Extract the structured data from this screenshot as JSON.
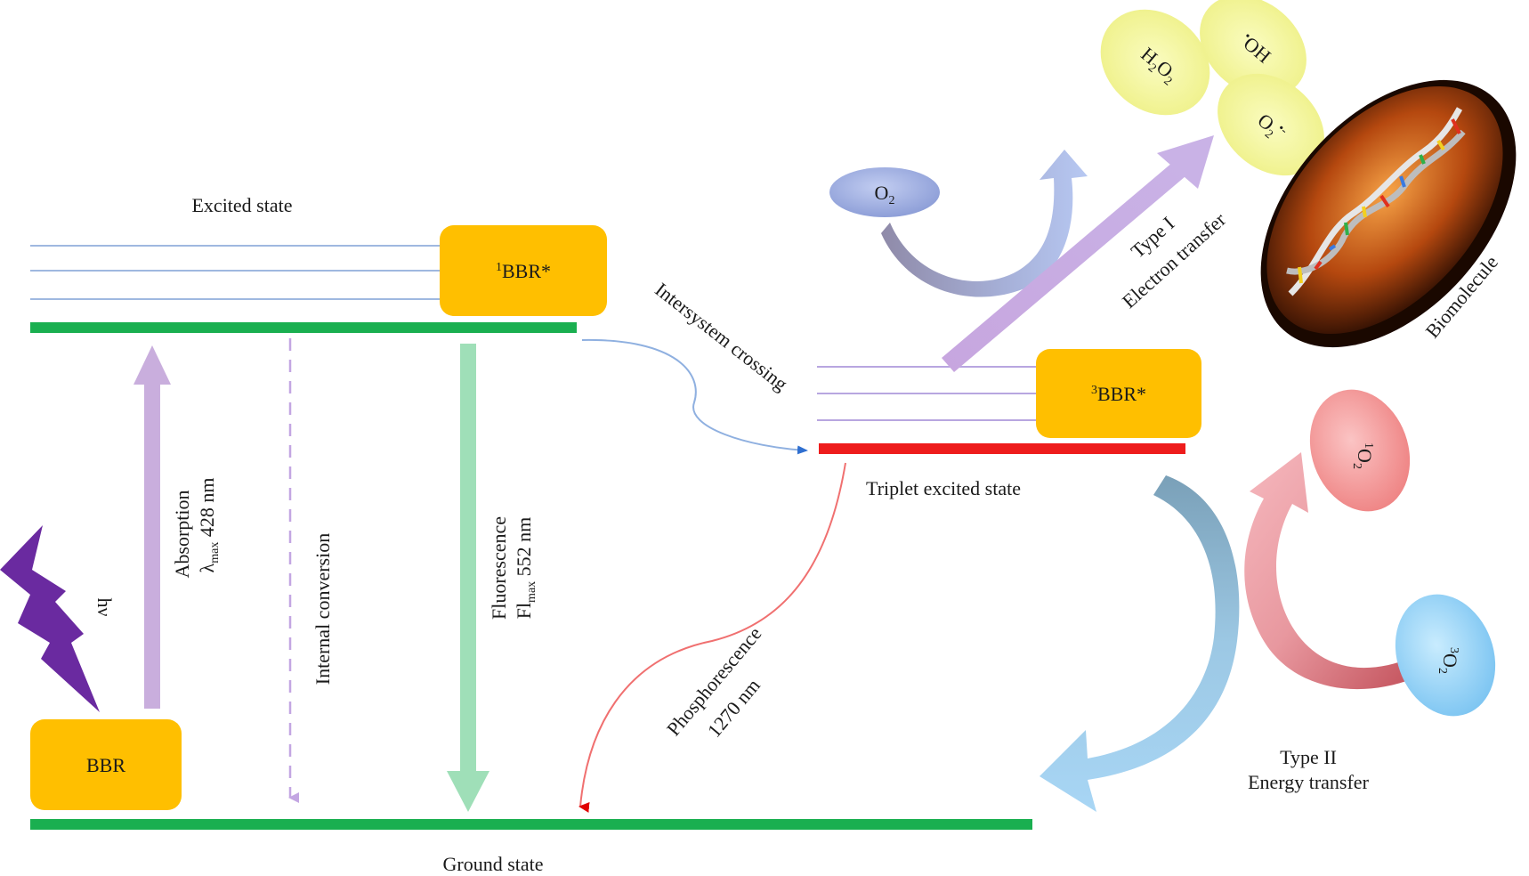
{
  "labels": {
    "excited_state": "Excited state",
    "ground_state": "Ground state",
    "triplet_excited_state": "Triplet excited state",
    "intersystem_crossing": "Intersystem crossing",
    "internal_conversion": "Internal conversion",
    "absorption": "Absorption",
    "absorption_lambda": "λ",
    "absorption_lambda_sub": "max",
    "absorption_value": " 428 nm",
    "fluorescence": "Fluorescence",
    "fluorescence_fl": "Fl",
    "fluorescence_fl_sub": "max",
    "fluorescence_value": " 552 nm",
    "phosphorescence": "Phosphorescence",
    "phosphorescence_value": "1270 nm",
    "hv": "hν",
    "type1_line1": "Type I",
    "type1_line2": "Electron transfer",
    "type2_line1": "Type II",
    "type2_line2": "Energy transfer",
    "biomolecule": "Biomolecule"
  },
  "boxes": {
    "bbr": "BBR",
    "singlet_sup": "1",
    "singlet_main": "BBR*",
    "triplet_sup": "3",
    "triplet_main": "BBR*"
  },
  "molecules": {
    "o2_main": "O",
    "o2_sub": "2",
    "h2o2_h": "H",
    "h2o2_sub1": "2",
    "h2o2_o": "O",
    "h2o2_sub2": "2",
    "oh_dot": "•",
    "oh_main": "OH",
    "superoxide_main": "O",
    "superoxide_sub": "2",
    "superoxide_sup": "•-",
    "singlet_o2_sup": "1",
    "singlet_o2_main": "O",
    "singlet_o2_sub": "2",
    "triplet_o2_sup": "3",
    "triplet_o2_main": "O",
    "triplet_o2_sub": "2"
  },
  "colors": {
    "level_green": "#1aaf50",
    "triplet_red": "#ee1c1c",
    "box_orange": "#ffbf00",
    "absorption_purple": "#c9aedd",
    "fluorescence_green": "#9fdfb8",
    "lightning_purple": "#6a2aa0"
  }
}
